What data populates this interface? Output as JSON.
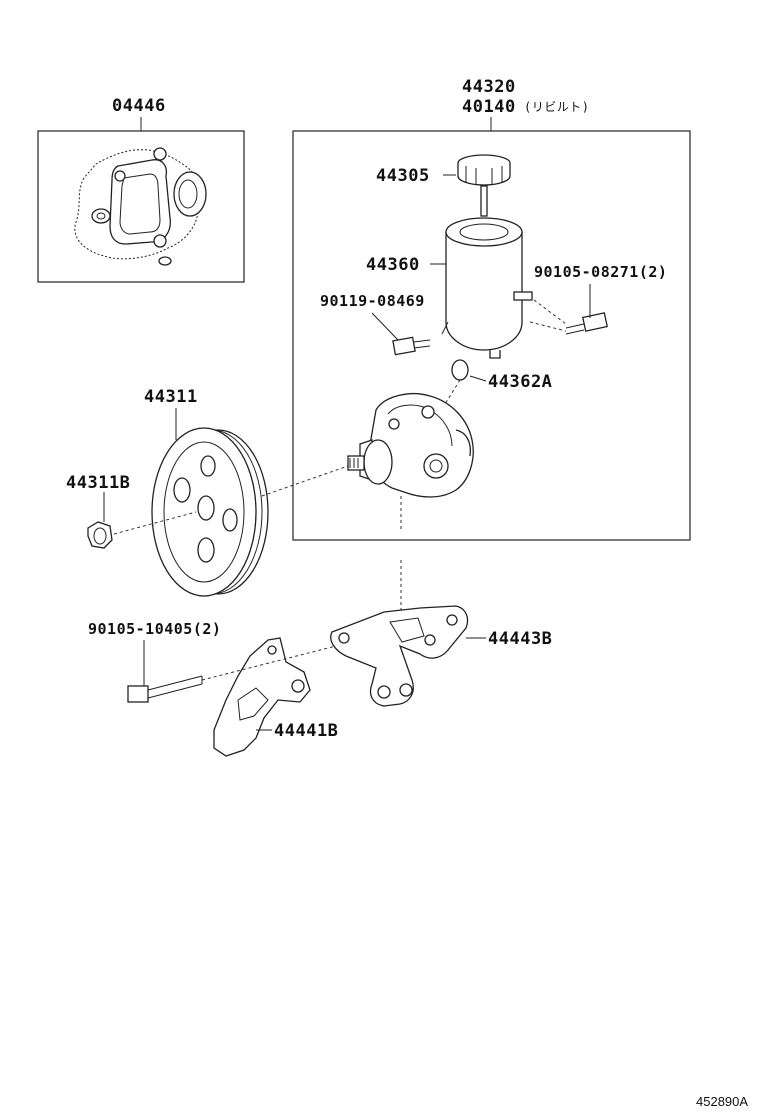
{
  "labels": {
    "gasket_kit": "04446",
    "pump_assy": "44320",
    "pump_assy_rebuilt": "40140",
    "pump_assy_rebuilt_note": "(リビルト)",
    "reservoir_cap": "44305",
    "reservoir": "44360",
    "bolt_90105_08271": "90105-08271(2)",
    "bolt_90119_08469": "90119-08469",
    "o_ring": "44362A",
    "pulley": "44311",
    "pulley_nut": "44311B",
    "bolt_90105_10405": "90105-10405(2)",
    "bracket_44443b": "44443B",
    "bracket_44441b": "44441B"
  },
  "figure_ref": "452890A",
  "colors": {
    "line": "#222222",
    "background": "#ffffff"
  }
}
